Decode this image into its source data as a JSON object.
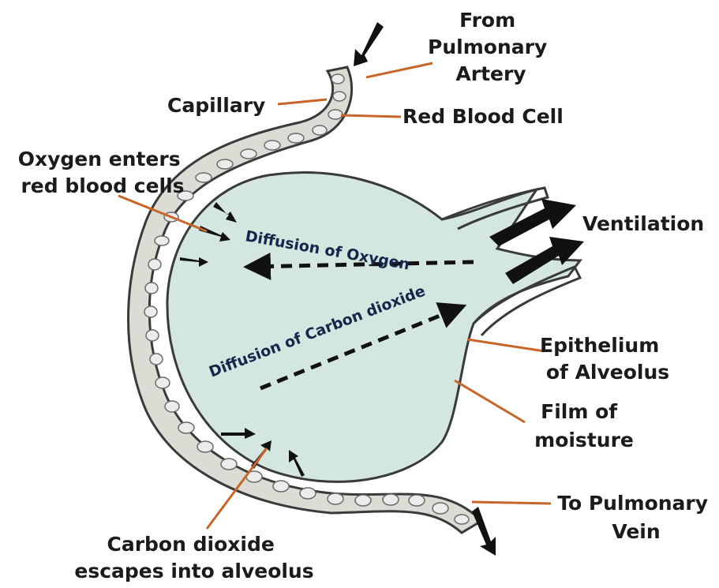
{
  "diagram": {
    "labels": {
      "from_pulmonary_artery": [
        "From",
        "Pulmonary",
        "Artery"
      ],
      "capillary": "Capillary",
      "red_blood_cell": "Red Blood Cell",
      "oxygen_enters": [
        "Oxygen enters",
        "red blood cells"
      ],
      "ventilation": "Ventilation",
      "epithelium": [
        "Epithelium",
        "of Alveolus"
      ],
      "film_of_moisture": [
        "Film of",
        "moisture"
      ],
      "to_pulmonary_vein": [
        "To Pulmonary",
        "Vein"
      ],
      "carbon_dioxide_escapes": [
        "Carbon dioxide",
        "escapes into alveolus"
      ]
    },
    "inner_text": {
      "diffusion_oxygen": "Diffusion of Oxygen",
      "diffusion_co2": "Diffusion of Carbon dioxide"
    },
    "colors": {
      "alveolus_fill": "#d3e6e0",
      "capillary_fill": "#dcdcd4",
      "outline": "#3a3a3a",
      "leader_line": "#c8662a",
      "arrow": "#111111",
      "inner_text": "#16264a"
    }
  }
}
